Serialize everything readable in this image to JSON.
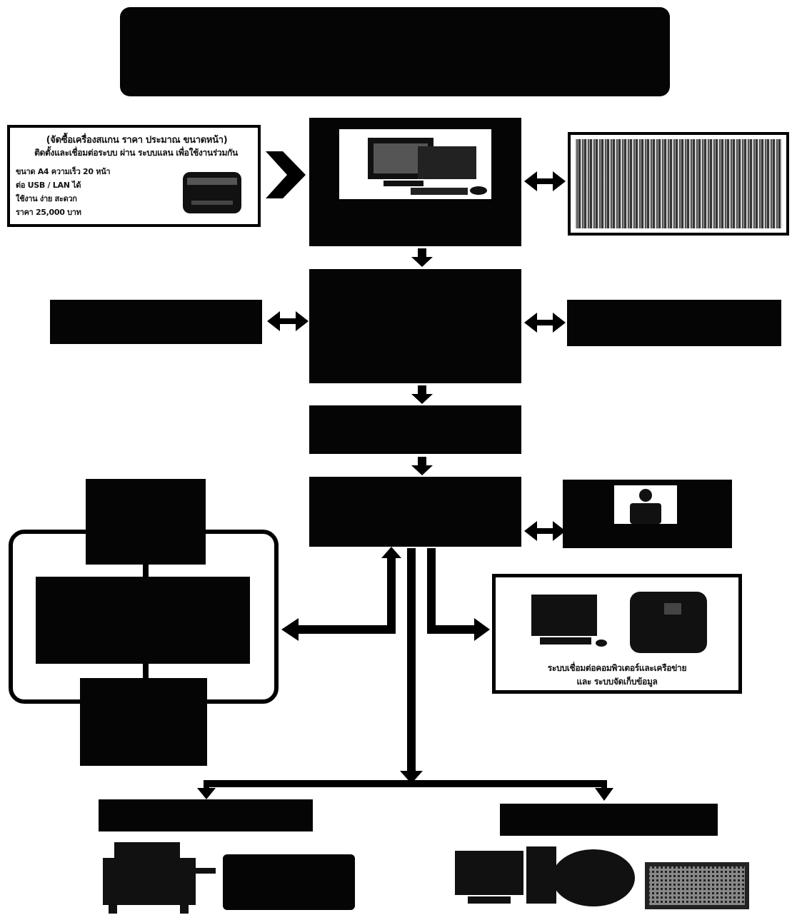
{
  "title_box": {
    "label": ""
  },
  "scanner_card": {
    "line1": "(จัดซื้อเครื่องสแกน ราคา ประมาณ ขนาดหน้า)",
    "line2": "ติดตั้งและเชื่อมต่อระบบ ผ่าน ระบบแลน เพื่อใช้งานร่วมกัน",
    "spec_lines": [
      "ขนาด A4 ความเร็ว 20 หน้า",
      "ต่อ USB / LAN ได้",
      "ใช้งาน ง่าย สะดวก",
      "ราคา 25,000 บาท"
    ]
  },
  "computer_card": {
    "caption_line1": "ระบบเชื่อมต่อคอมพิวเตอร์และเครือข่าย",
    "caption_line2": "และ ระบบจัดเก็บข้อมูล"
  },
  "arrow_color": "#000000",
  "icons": [
    "scanner-icon",
    "computer-icon",
    "server-icon",
    "person-icon",
    "printer-icon"
  ]
}
